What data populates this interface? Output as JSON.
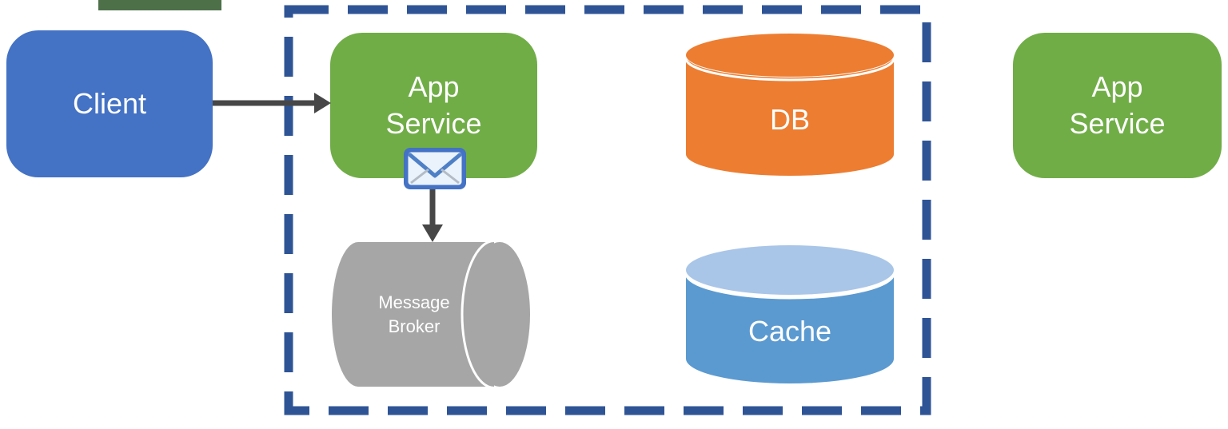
{
  "diagram": {
    "background_color": "#ffffff",
    "top_bar_color": "#4D7049",
    "boundary": {
      "style": "dashed",
      "color": "#2F5496"
    },
    "arrow_color": "#474747",
    "nodes": {
      "client": {
        "label": "Client",
        "shape": "rounded-rect",
        "color": "#4472C4",
        "text_color": "#ffffff"
      },
      "app_service_main": {
        "line1": "App",
        "line2": "Service",
        "shape": "rounded-rect",
        "color": "#70AD47",
        "text_color": "#ffffff"
      },
      "message_broker": {
        "line1": "Message",
        "line2": "Broker",
        "shape": "horizontal-cylinder",
        "color": "#A6A6A6",
        "text_color": "#ffffff"
      },
      "db": {
        "label": "DB",
        "shape": "database-cylinder",
        "color": "#ED7D31",
        "text_color": "#ffffff"
      },
      "cache": {
        "label": "Cache",
        "shape": "database-cylinder",
        "color": "#5B9AD0",
        "top_color": "#A9C6E8",
        "text_color": "#ffffff"
      },
      "app_service_external": {
        "line1": "App",
        "line2": "Service",
        "shape": "rounded-rect",
        "color": "#70AD47",
        "text_color": "#ffffff"
      }
    },
    "icons": {
      "envelope": {
        "name": "envelope-icon",
        "border_color": "#4472C4",
        "fill_color": "#eaf2fb"
      }
    }
  }
}
